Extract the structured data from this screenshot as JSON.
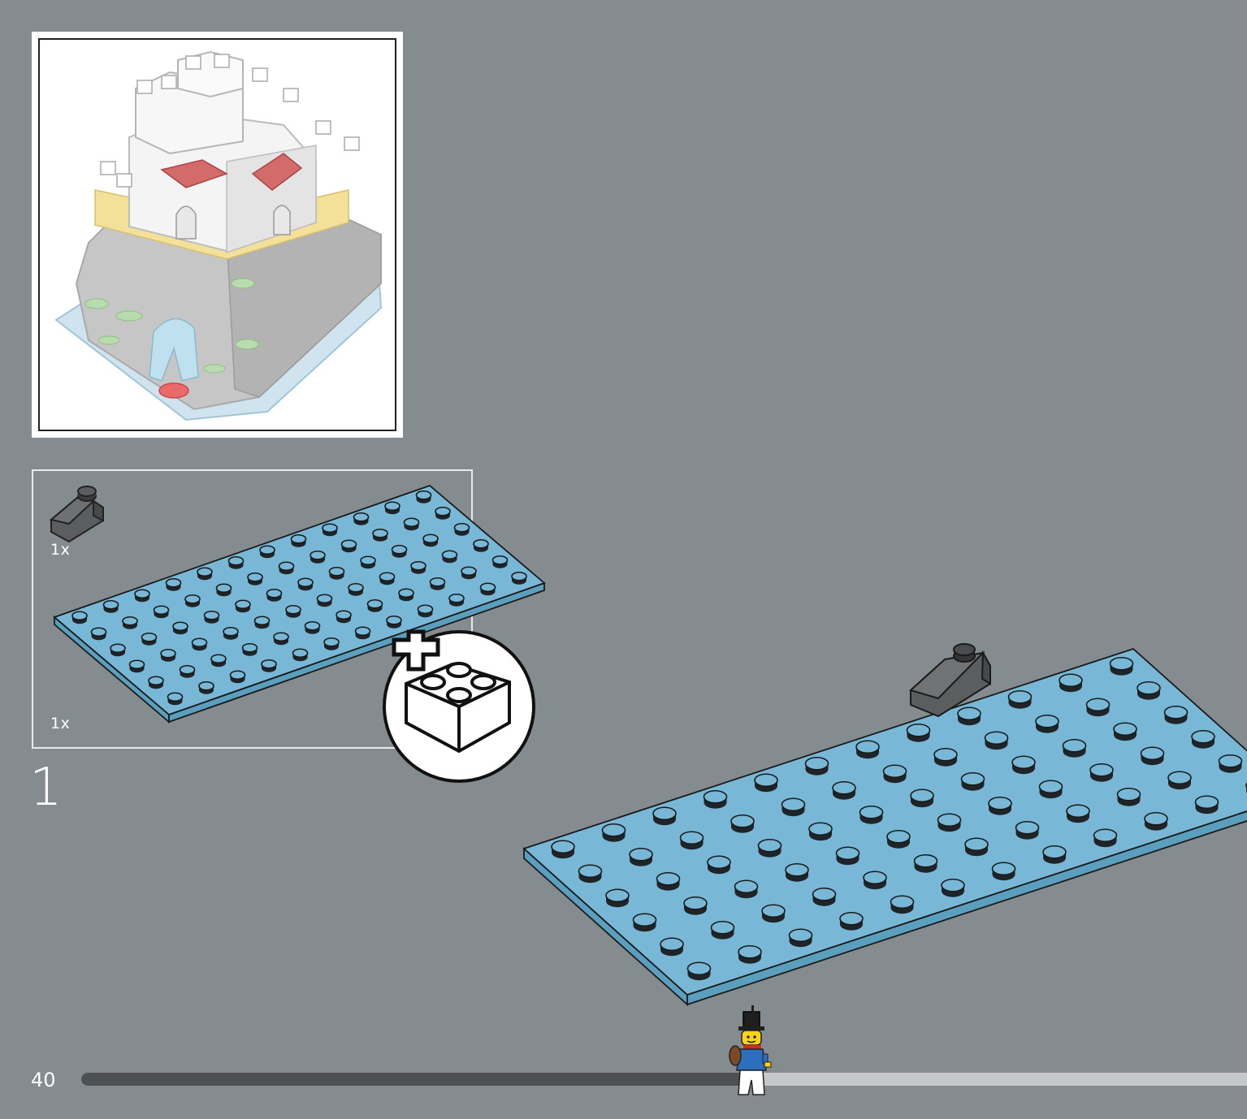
{
  "page": {
    "number": "40"
  },
  "progress": {
    "fraction": 0.57
  },
  "step": {
    "number": "1"
  },
  "parts": [
    {
      "name": "dark-gray-slope-1x2",
      "color": "#5b5d5e",
      "quantity": "1x"
    },
    {
      "name": "light-blue-plate-6x12",
      "color": "#78b8d6",
      "quantity": "1x"
    }
  ],
  "colors": {
    "background": "#858c8f",
    "plate": "#78b8d6",
    "plate_side": "#5b9fbe",
    "slope": "#5b5d5e",
    "progress_done": "#4d5153",
    "progress_remaining": "#c5c8c9"
  },
  "icons": [
    "castle-preview-icon",
    "new-bag-icon",
    "minifigure-icon"
  ]
}
